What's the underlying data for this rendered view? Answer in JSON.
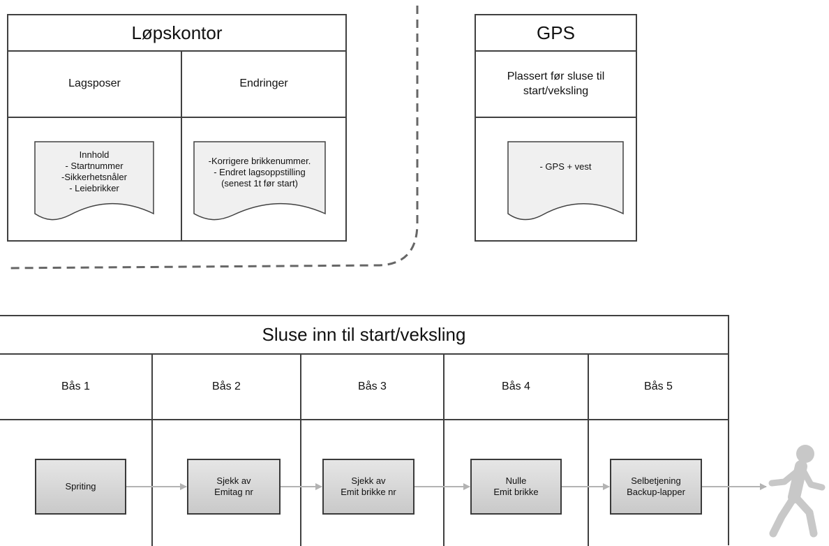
{
  "lopskontor": {
    "title": "Løpskontor",
    "columns": [
      {
        "header": "Lagsposer",
        "note": [
          "Innhold",
          "- Startnummer",
          "-Sikkerhetsnåler",
          "- Leiebrikker"
        ]
      },
      {
        "header": "Endringer",
        "note": [
          "-Korrigere brikkenummer.",
          "- Endret lagsoppstilling",
          "(senest 1t før start)"
        ]
      }
    ]
  },
  "gps": {
    "title": "GPS",
    "header": [
      "Plassert før sluse til",
      "start/veksling"
    ],
    "note": [
      "- GPS + vest"
    ]
  },
  "sluse": {
    "title": "Sluse inn til start/veksling",
    "stations": [
      {
        "label": "Bås 1",
        "step": [
          "Spriting"
        ]
      },
      {
        "label": "Bås 2",
        "step": [
          "Sjekk av",
          "Emitag nr"
        ]
      },
      {
        "label": "Bås 3",
        "step": [
          "Sjekk av",
          "Emit brikke nr"
        ]
      },
      {
        "label": "Bås 4",
        "step": [
          "Nulle",
          "Emit brikke"
        ]
      },
      {
        "label": "Bås 5",
        "step": [
          "Selbetjening",
          "Backup-lapper"
        ]
      }
    ]
  },
  "icons": {
    "runner": "walking-person-icon"
  },
  "colors": {
    "border": "#404040",
    "arrow": "#b3b3b3",
    "dash": "#666666",
    "doc_fill": "#f0f0f0"
  }
}
